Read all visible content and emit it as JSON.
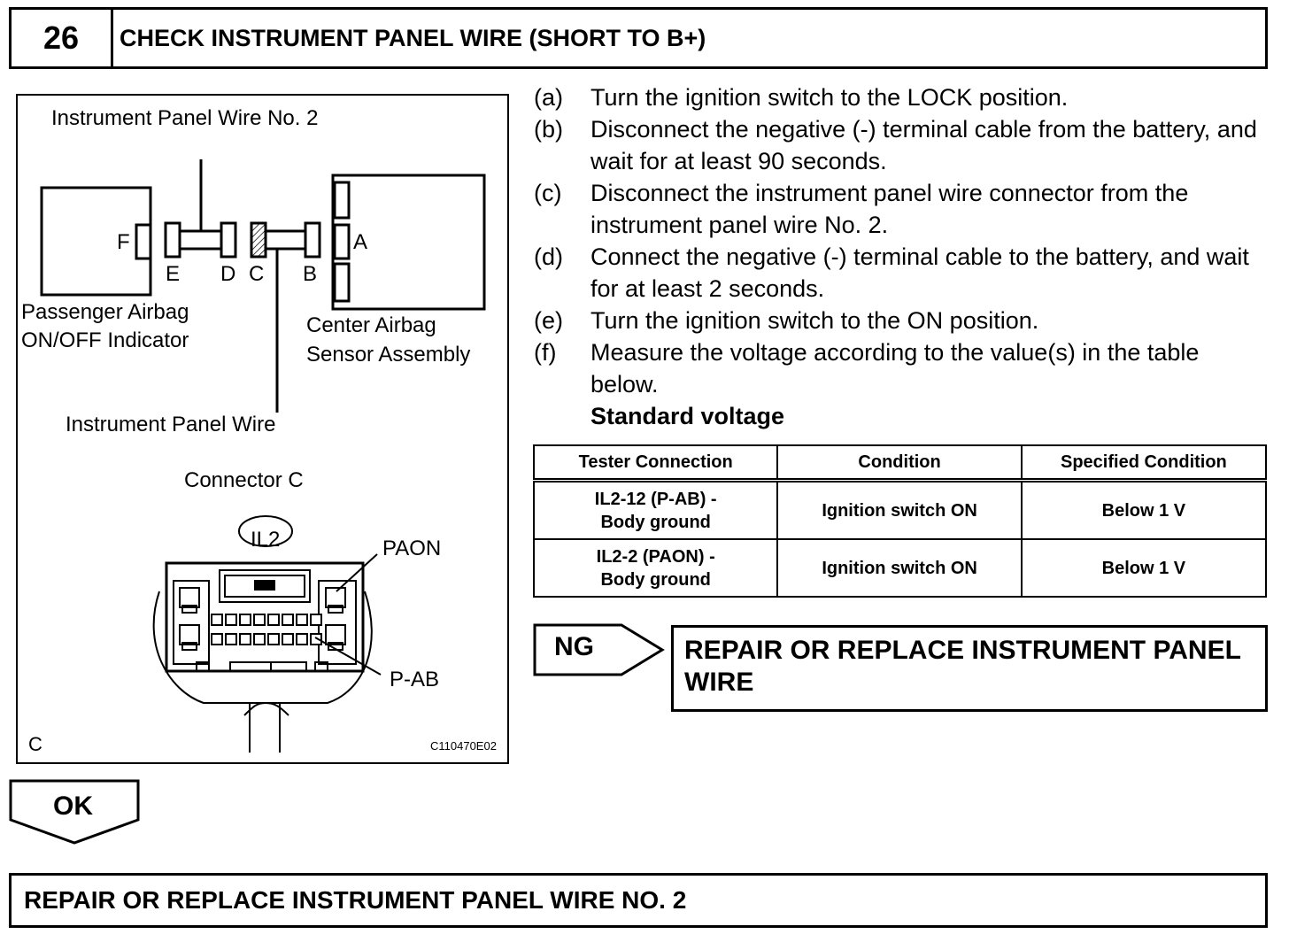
{
  "step": {
    "number": "26",
    "title": "CHECK INSTRUMENT PANEL WIRE (SHORT TO B+)"
  },
  "diagram": {
    "top_title": "Instrument Panel Wire No. 2",
    "passenger_label_1": "Passenger Airbag",
    "passenger_label_2": "ON/OFF Indicator",
    "center_label_1": "Center Airbag",
    "center_label_2": "Sensor Assembly",
    "ip_wire_label": "Instrument Panel Wire",
    "connector_label": "Connector C",
    "connector_code": "IL2",
    "pin_paon": "PAON",
    "pin_pab": "P-AB",
    "letter_f": "F",
    "letter_e": "E",
    "letter_d": "D",
    "letter_c": "C",
    "letter_b": "B",
    "letter_a": "A",
    "corner_letter": "C",
    "figure_id": "C110470E02"
  },
  "instructions": [
    {
      "letter": "(a)",
      "text": "Turn the ignition switch to the LOCK position."
    },
    {
      "letter": "(b)",
      "text": "Disconnect the negative (-) terminal cable from the battery, and wait for at least 90 seconds."
    },
    {
      "letter": "(c)",
      "text": "Disconnect the instrument panel wire connector from the instrument panel wire No. 2."
    },
    {
      "letter": "(d)",
      "text": "Connect the negative (-) terminal cable to the battery, and wait for at least 2 seconds."
    },
    {
      "letter": "(e)",
      "text": "Turn the ignition switch to the ON position."
    },
    {
      "letter": "(f)",
      "text": "Measure the voltage according to the value(s) in the table below."
    }
  ],
  "standard_title": "Standard voltage",
  "table": {
    "headers": [
      "Tester Connection",
      "Condition",
      "Specified Condition"
    ],
    "rows": [
      {
        "c1a": "IL2-12 (P-AB) -",
        "c1b": "Body ground",
        "c2": "Ignition switch ON",
        "c3": "Below 1 V"
      },
      {
        "c1a": "IL2-2 (PAON) -",
        "c1b": "Body ground",
        "c2": "Ignition switch ON",
        "c3": "Below 1 V"
      }
    ]
  },
  "ng": {
    "label": "NG",
    "result": "REPAIR OR REPLACE INSTRUMENT PANEL WIRE"
  },
  "ok": {
    "label": "OK"
  },
  "final_result": "REPAIR OR REPLACE INSTRUMENT PANEL WIRE NO. 2"
}
